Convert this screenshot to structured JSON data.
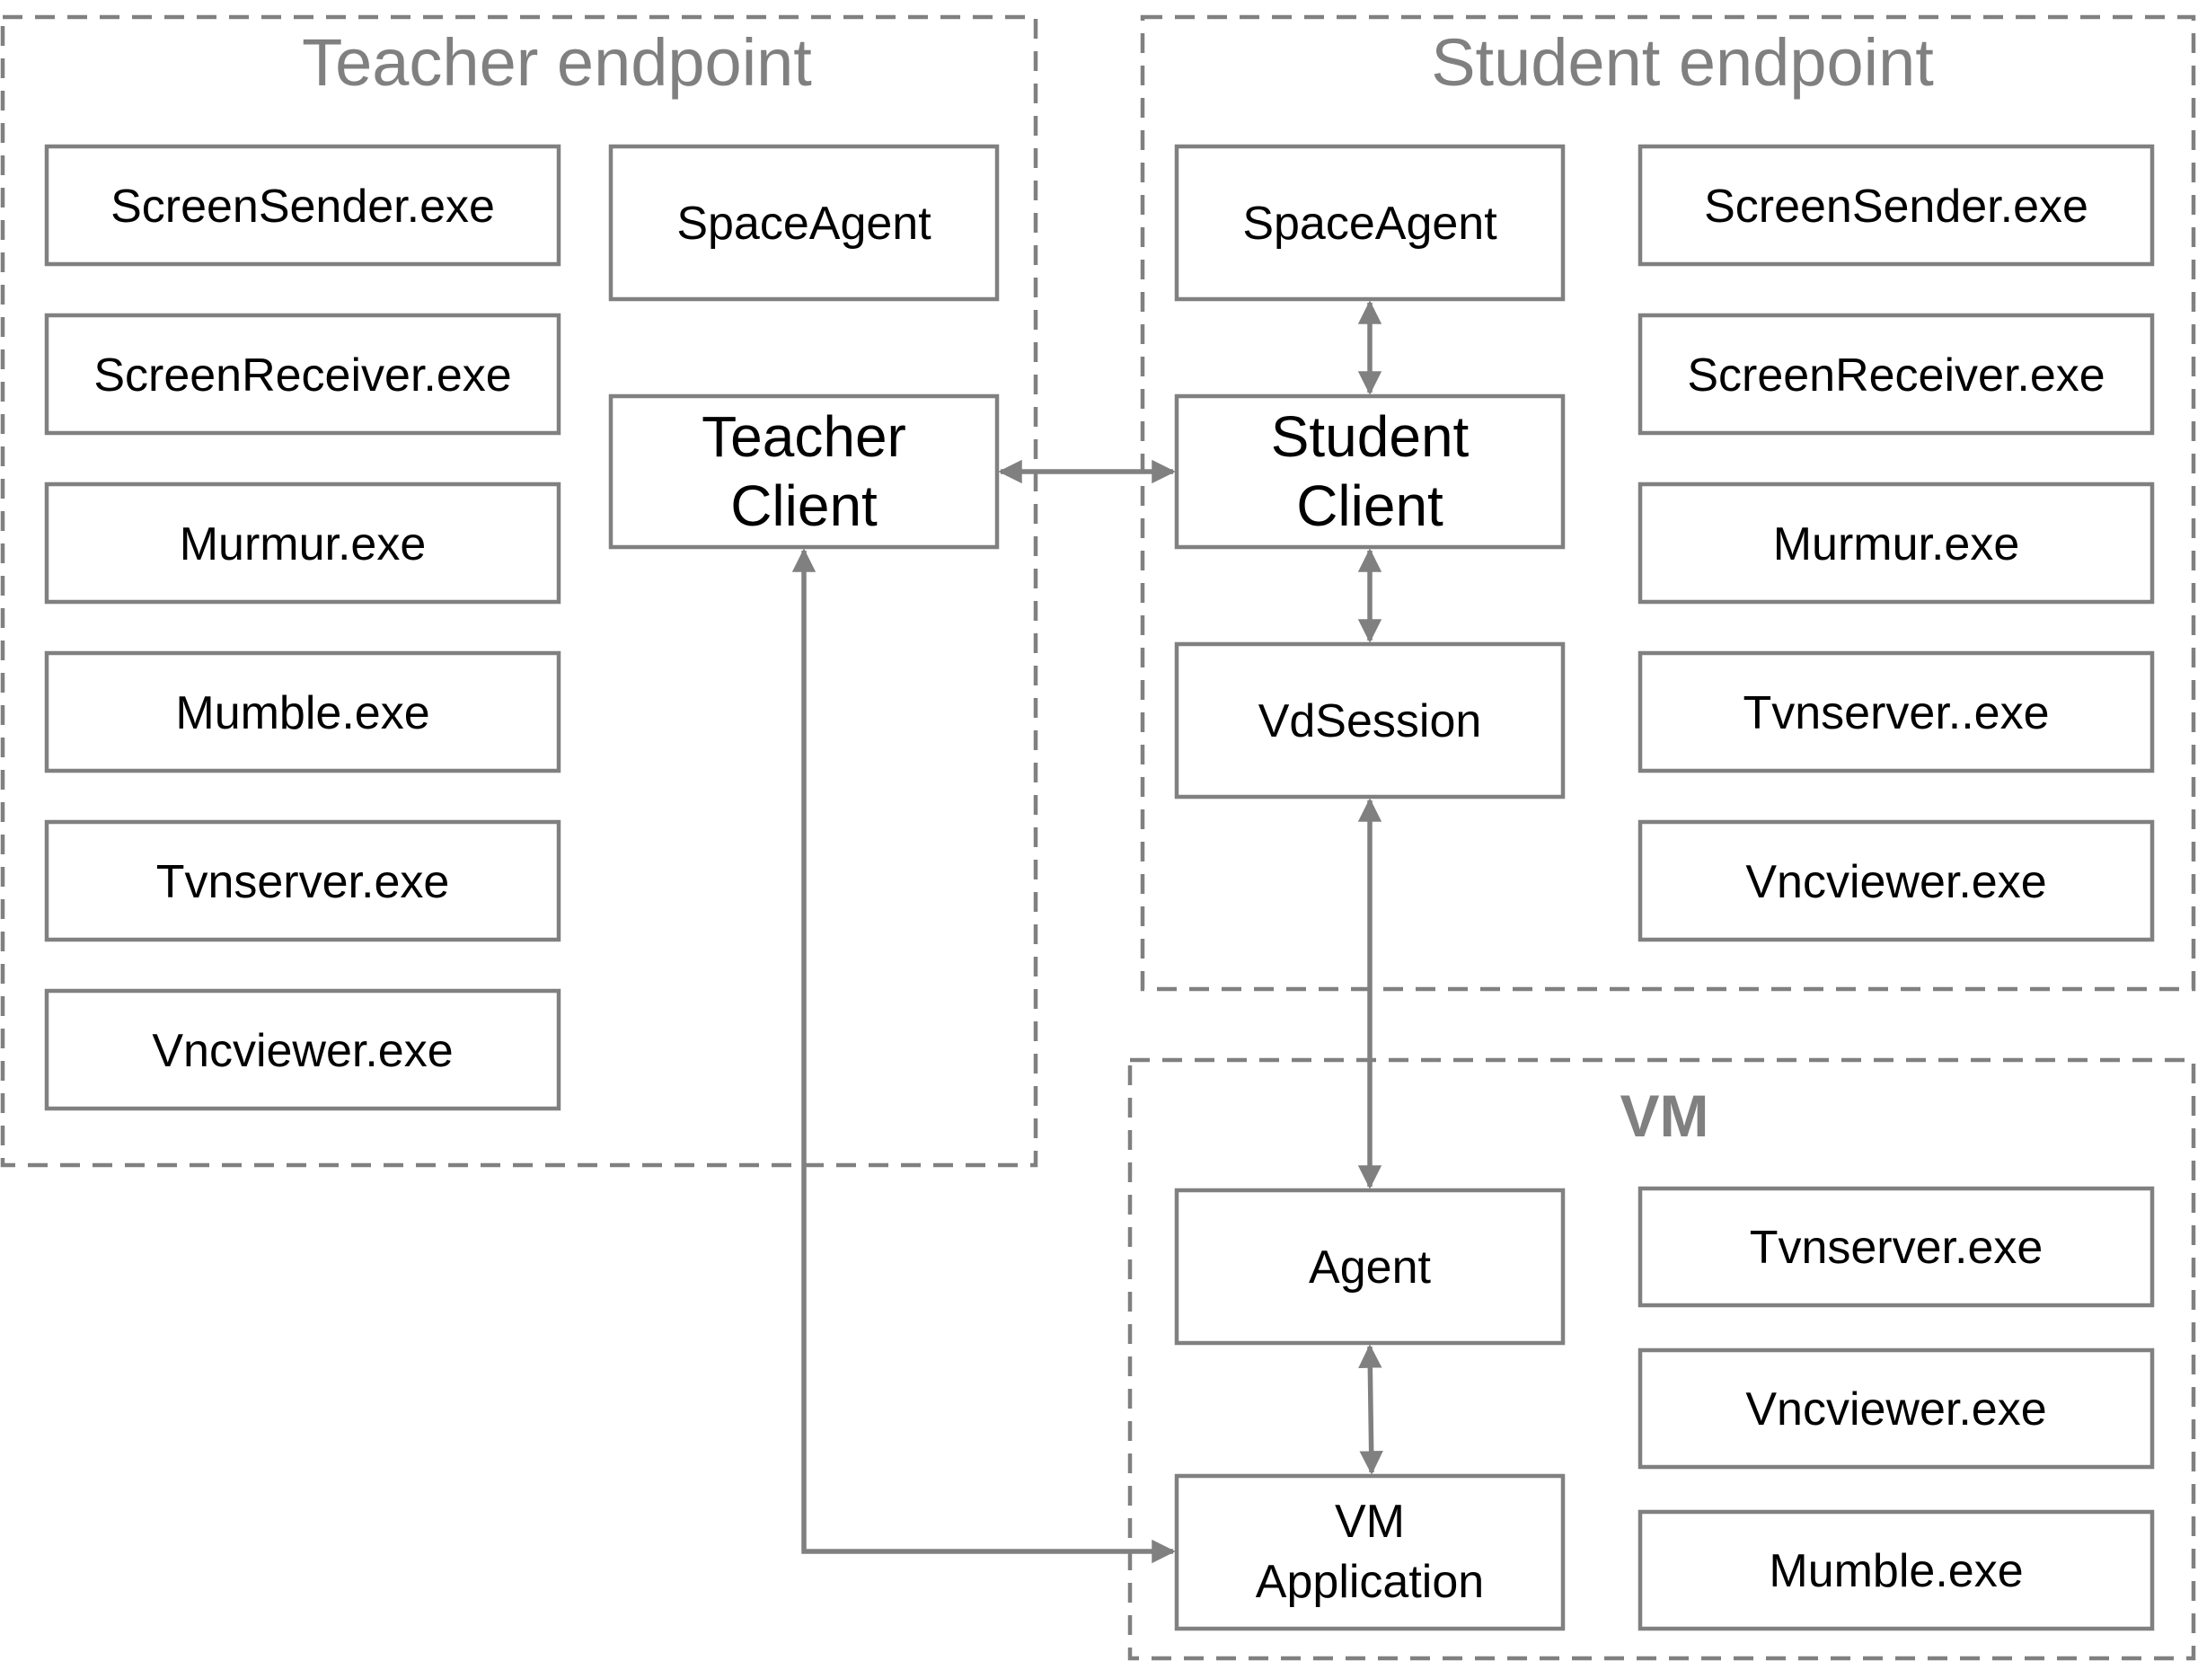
{
  "groups": {
    "teacher": {
      "title": "Teacher endpoint"
    },
    "student": {
      "title": "Student endpoint"
    },
    "vm": {
      "title": "VM"
    }
  },
  "teacher": {
    "screen_sender": "ScreenSender.exe",
    "screen_receiver": "ScreenReceiver.exe",
    "murmur": "Murmur.exe",
    "mumble": "Mumble.exe",
    "tvnserver": "Tvnserver.exe",
    "vncviewer": "Vncviewer.exe",
    "space_agent": "SpaceAgent",
    "client_line1": "Teacher",
    "client_line2": "Client"
  },
  "student": {
    "space_agent": "SpaceAgent",
    "client_line1": "Student",
    "client_line2": "Client",
    "vd_session": "VdSession",
    "screen_sender": "ScreenSender.exe",
    "screen_receiver": "ScreenReceiver.exe",
    "murmur": "Murmur.exe",
    "tvnserver": "Tvnserver..exe",
    "vncviewer": "Vncviewer.exe"
  },
  "vm": {
    "agent": "Agent",
    "app_line1": "VM",
    "app_line2": "Application",
    "tvnserver": "Tvnserver.exe",
    "vncviewer": "Vncviewer.exe",
    "mumble": "Mumble.exe"
  },
  "colors": {
    "frame": "#808080",
    "text": "#000000",
    "group_title": "#808080"
  }
}
